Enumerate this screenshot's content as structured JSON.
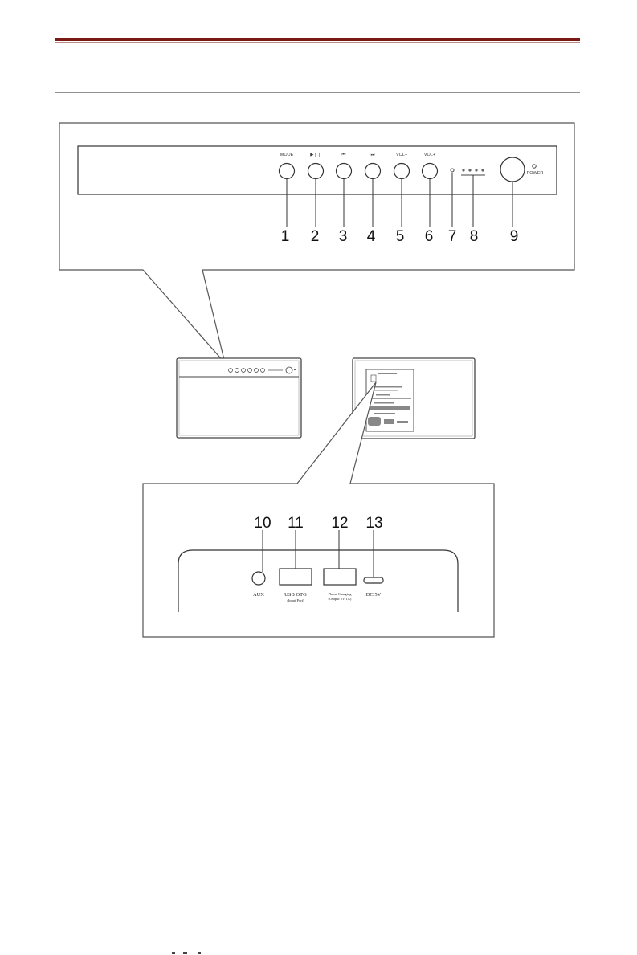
{
  "front_panel": {
    "button_labels": [
      "MODE",
      "▶❘❘",
      "⏮",
      "⏭",
      "VOL–",
      "VOL+"
    ],
    "power_label": "POWER",
    "callouts": [
      "1",
      "2",
      "3",
      "4",
      "5",
      "6",
      "7",
      "8",
      "9"
    ]
  },
  "back_panel": {
    "callouts": [
      "10",
      "11",
      "12",
      "13"
    ],
    "port_labels": {
      "aux": "AUX",
      "usb_otg": "USB OTG",
      "usb_otg_sub": "(Input Port)",
      "phone_charging": "Phone Charging",
      "phone_charging_sub": "(Output 5V 1A)",
      "dc": "DC 5V"
    }
  },
  "colors": {
    "header_rule": "#7a1a14",
    "line": "#333333"
  }
}
